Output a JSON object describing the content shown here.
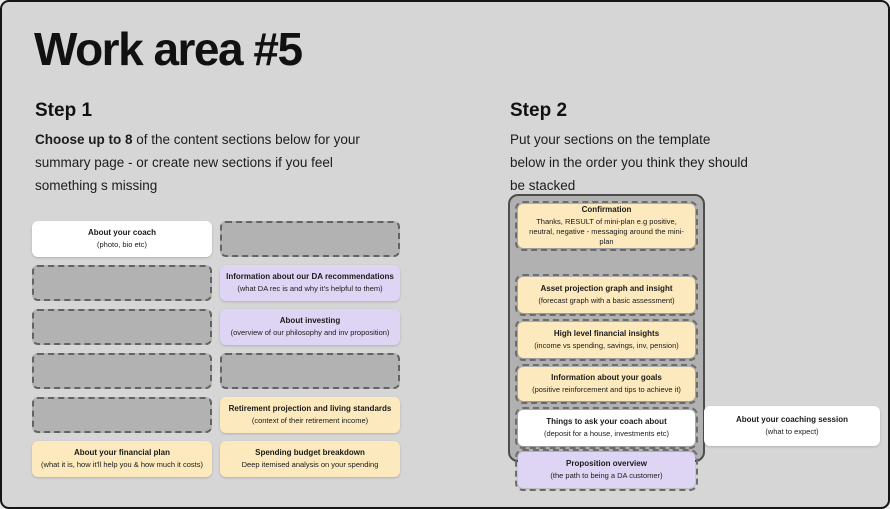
{
  "page": {
    "title": "Work area #5"
  },
  "colors": {
    "background": "#d6d6d6",
    "outer_border": "#151515",
    "card_white": "#ffffff",
    "card_yellow": "#fce9bd",
    "card_purple": "#ded5f4",
    "empty_slot_fill": "#b2b2b2",
    "dashed_border": "#636363",
    "template_fill": "#b1b1b1",
    "template_border": "#4d4d4d"
  },
  "step1": {
    "heading": "Step 1",
    "description_bold": "Choose up to 8",
    "description_rest": " of the content sections below for your summary page - or create new sections if you feel something s missing",
    "column_a": [
      {
        "type": "white",
        "title": "About your coach",
        "subtitle": "(photo, bio etc)"
      },
      {
        "type": "empty"
      },
      {
        "type": "empty"
      },
      {
        "type": "empty"
      },
      {
        "type": "empty"
      },
      {
        "type": "yellow",
        "title": "About your financial plan",
        "subtitle": "(what it is, how it'll help you & how much it costs)"
      }
    ],
    "column_b": [
      {
        "type": "empty"
      },
      {
        "type": "purple",
        "title": "Information about our DA recommendations",
        "subtitle": "(what DA rec is and why it's helpful to them)"
      },
      {
        "type": "purple",
        "title": "About investing",
        "subtitle": "(overview of our philosophy and inv proposition)"
      },
      {
        "type": "empty"
      },
      {
        "type": "yellow",
        "title": "Retirement projection and living standards",
        "subtitle": "(context of their retirement income)"
      },
      {
        "type": "yellow",
        "title": "Spending budget breakdown",
        "subtitle": "Deep itemised analysis on your spending"
      }
    ]
  },
  "step2": {
    "heading": "Step 2",
    "description": "Put your sections on the template below in the order you think they should be stacked",
    "stack": [
      {
        "type": "yellow",
        "title": "Confirmation",
        "subtitle": "Thanks, RESULT of mini-plan e.g positive, neutral, negative - messaging around the mini-plan"
      },
      {
        "type": "yellow",
        "title": "Asset projection graph and insight",
        "subtitle": "(forecast graph with a basic assessment)"
      },
      {
        "type": "yellow",
        "title": "High level financial insights",
        "subtitle": "(income vs spending, savings, inv, pension)"
      },
      {
        "type": "yellow",
        "title": "Information about your goals",
        "subtitle": "(positive reinforcement and tips to achieve it)"
      },
      {
        "type": "white",
        "title": "Things to ask your coach about",
        "subtitle": "(deposit for a house, investments etc)"
      },
      {
        "type": "purple",
        "title": "Proposition overview",
        "subtitle": "(the path to being a DA customer)"
      }
    ],
    "side_card": {
      "title": "About your coaching session",
      "subtitle": "(what to expect)"
    }
  }
}
